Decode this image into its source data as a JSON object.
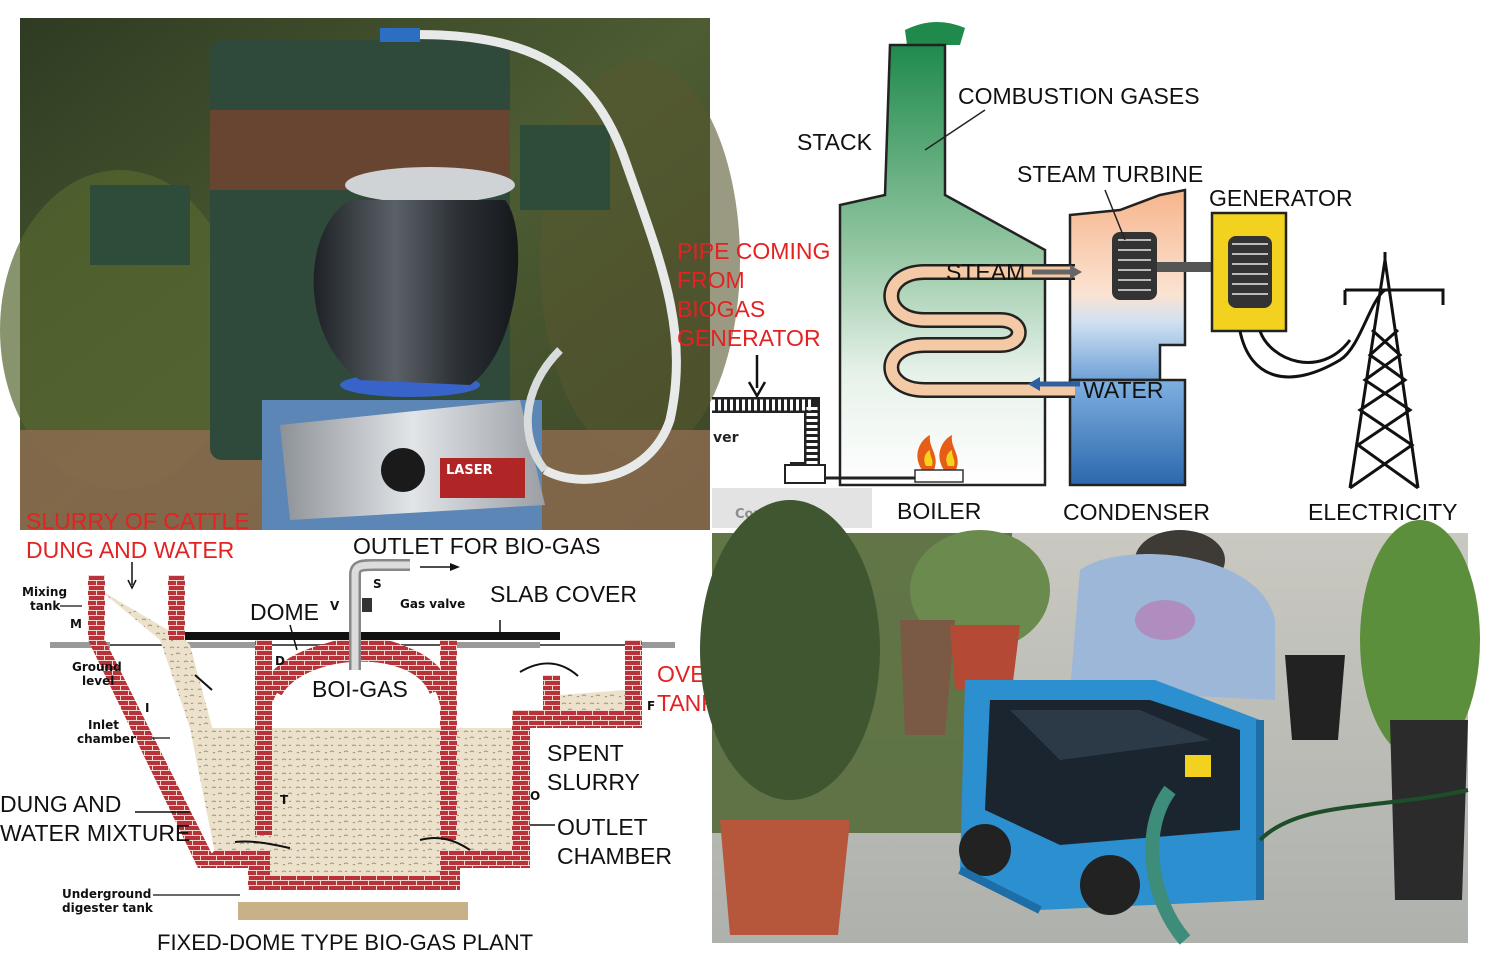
{
  "colors": {
    "red_label": "#e32222",
    "brick": "#b8323a",
    "slurry": "#ece2cc",
    "stack_green": "#2e8b57",
    "turbine_orange": "#f6b58c",
    "condenser_blue": "#2f6fb3",
    "generator_yellow": "#f2d21e",
    "generator_machine_blue": "#2b8fd0"
  },
  "stove_photo": {
    "stove_brand": "LASER",
    "pipe_label": [
      "PIPE COMING",
      "FROM",
      "BIOGAS",
      "GENERATOR"
    ]
  },
  "power_plant": {
    "labels": {
      "stack": "STACK",
      "combustion_gases": "COMBUSTION GASES",
      "steam_turbine": "STEAM TURBINE",
      "generator": "GENERATOR",
      "steam": "STEAM",
      "water": "WATER",
      "boiler": "BOILER",
      "condenser": "CONDENSER",
      "electricity": "ELECTRICITY"
    },
    "fragment_text": "ver",
    "courtesy_text": "Courtesy: ..."
  },
  "biogas_plant": {
    "title": "FIXED-DOME TYPE BIO-GAS PLANT",
    "red_labels": {
      "slurry": [
        "SLURRY OF CATTLE",
        "DUNG AND WATER"
      ],
      "overflow": [
        "OVERFLOW",
        "TANK"
      ]
    },
    "labels": {
      "outlet_gas": "OUTLET FOR BIO-GAS",
      "slab_cover": "SLAB COVER",
      "dome": "DOME",
      "boi_gas": "BOI-GAS",
      "spent_slurry": [
        "SPENT",
        "SLURRY"
      ],
      "dung_water": [
        "DUNG AND",
        "WATER MIXTURE"
      ],
      "outlet_chamber": [
        "OUTLET",
        "CHAMBER"
      ]
    },
    "small_labels": {
      "mixing_tank": [
        "Mixing",
        "tank"
      ],
      "ground_level": [
        "Ground",
        "level"
      ],
      "inlet_chamber": [
        "Inlet",
        "chamber"
      ],
      "underground": [
        "Underground",
        "digester tank"
      ],
      "gas_valve": "Gas valve",
      "letter_m": "M",
      "letter_s": "S",
      "letter_v": "V",
      "letter_d": "D",
      "letter_i": "I",
      "letter_t": "T",
      "letter_f": "F",
      "letter_o": "O"
    }
  }
}
